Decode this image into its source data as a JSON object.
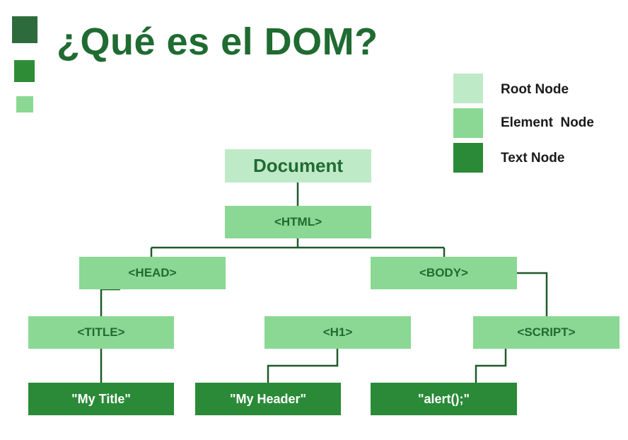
{
  "title": "¿Qué es el DOM?",
  "legend": {
    "root_label": "Root Node",
    "element_label": "Element  Node",
    "text_label": "Text Node"
  },
  "colors": {
    "root": "#bfeac7",
    "element": "#8ad893",
    "text": "#2a8a37",
    "title": "#1f6b31",
    "connector": "#1f5a2a"
  },
  "nodes": {
    "document": "Document",
    "html": "<HTML>",
    "head": "<HEAD>",
    "body": "<BODY>",
    "title": "<TITLE>",
    "h1": "<H1>",
    "script": "<SCRIPT>",
    "my_title": "\"My Title\"",
    "my_header": "\"My Header\"",
    "alert": "\"alert();\""
  }
}
